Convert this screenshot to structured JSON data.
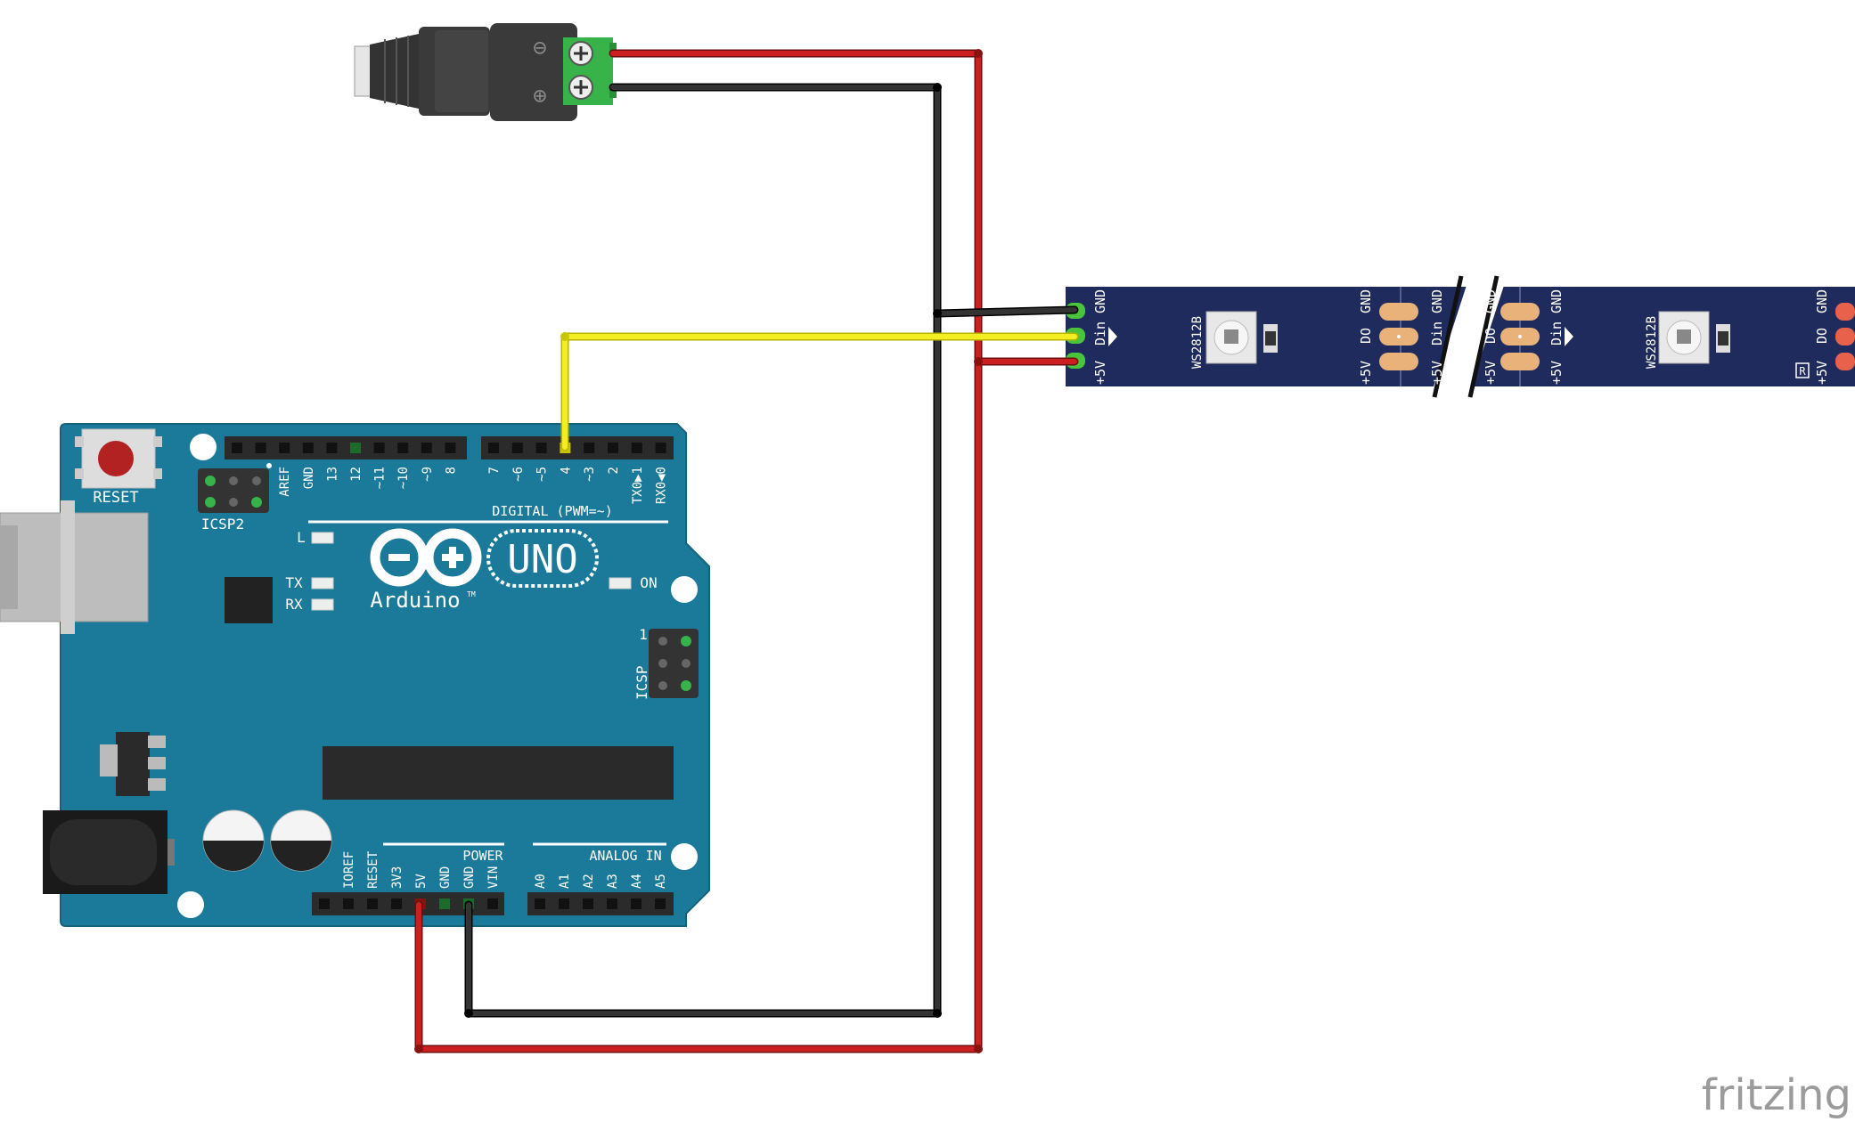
{
  "colors": {
    "board": "#1b7a99",
    "board_edge": "#14627c",
    "strip": "#1f2b5c",
    "wire_red": "#cc1f1f",
    "wire_black": "#222222",
    "wire_yellow": "#f2ee22",
    "terminal_green": "#37b34a",
    "pad_orange": "#e8b27a",
    "pad_red": "#e8614a"
  },
  "arduino": {
    "reset_label": "RESET",
    "icsp2_label": "ICSP2",
    "icsp_label": "ICSP",
    "icsp_pin1": "1",
    "logo_text": "Arduino",
    "tm": "TM",
    "model": "UNO",
    "digital_title": "DIGITAL (PWM=~)",
    "digital_pins": [
      "AREF",
      "GND",
      "13",
      "12",
      "~11",
      "~10",
      "~9",
      "8",
      "7",
      "~6",
      "~5",
      "4",
      "~3",
      "2",
      "TX0▶1",
      "RX0◀0"
    ],
    "led_l": "L",
    "led_tx": "TX",
    "led_rx": "RX",
    "led_on": "ON",
    "power_title": "POWER",
    "power_pins": [
      "IOREF",
      "RESET",
      "3V3",
      "5V",
      "GND",
      "GND",
      "VIN"
    ],
    "analog_title": "ANALOG IN",
    "analog_pins": [
      "A0",
      "A1",
      "A2",
      "A3",
      "A4",
      "A5"
    ]
  },
  "dc_jack": {
    "minus": "⊖",
    "plus": "⊕"
  },
  "strip": {
    "chip_label": "WS2812B",
    "in_pins": [
      "GND",
      "Din",
      "+5V"
    ],
    "out_pins": [
      "GND",
      "DO",
      "+5V"
    ],
    "cut_in_pins": [
      "GND",
      "Din",
      "+5V"
    ],
    "cut_out_pins": [
      "GND",
      "DO",
      "+5V"
    ],
    "logo_mark": "R"
  },
  "watermark": "fritzing"
}
